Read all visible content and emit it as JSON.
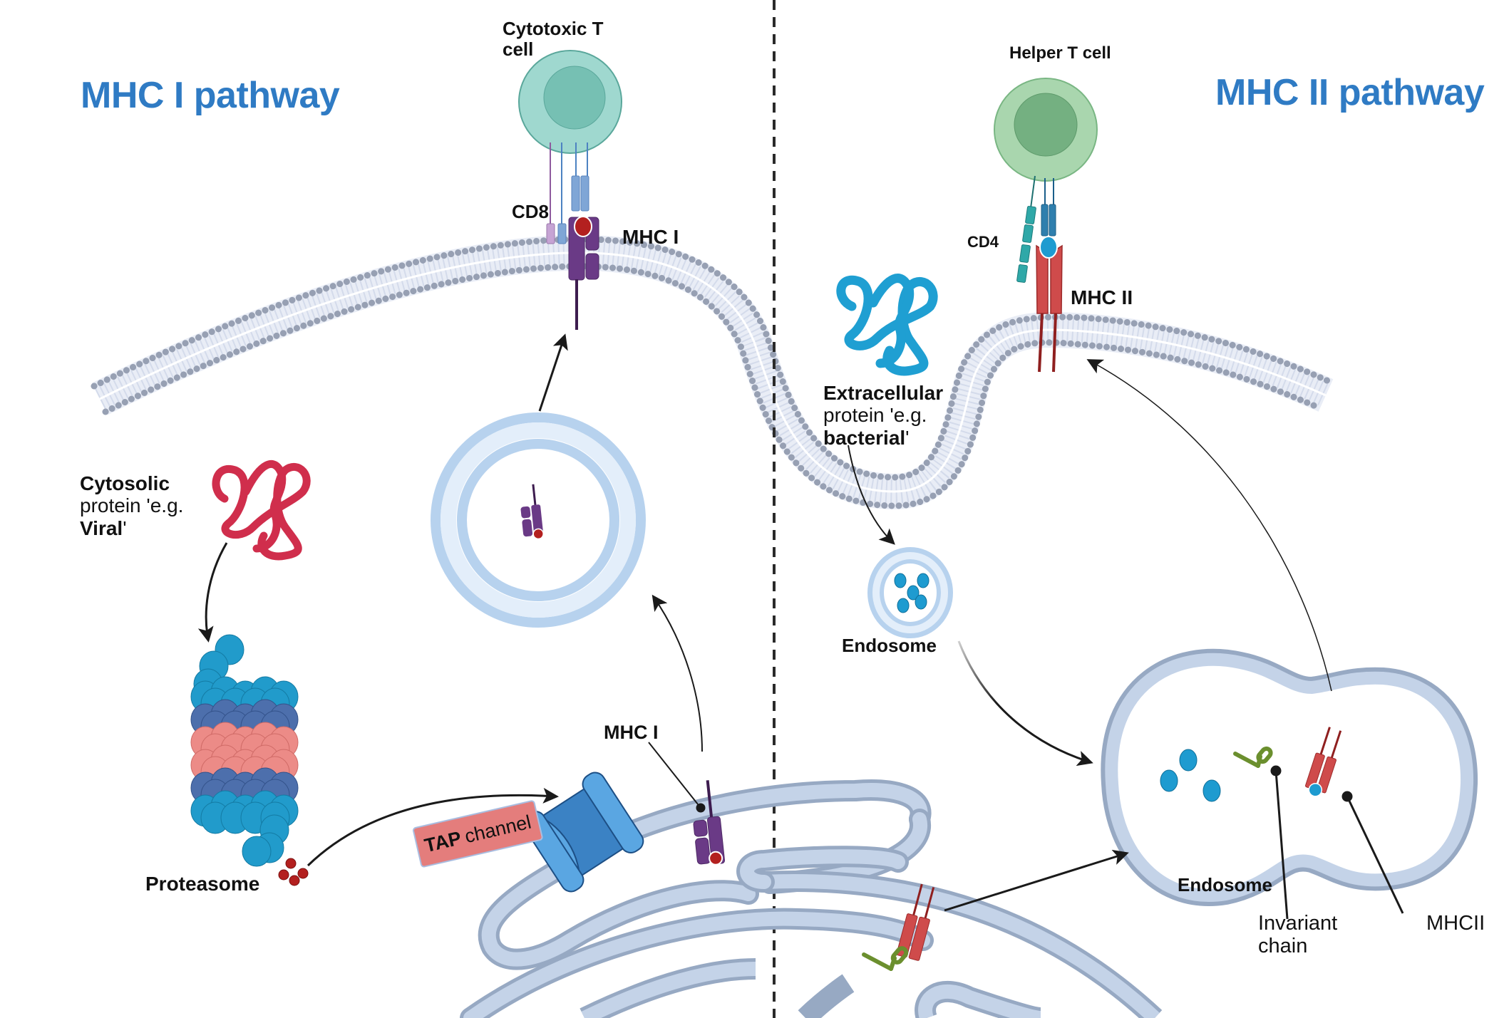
{
  "titles": {
    "left": "MHC I pathway",
    "right": "MHC II pathway"
  },
  "colors": {
    "title": "#2f7bc4",
    "membrane_head": "#9aa3b5",
    "er_fill": "#c4d3e8",
    "er_stroke": "#97a9c3",
    "vesicle": "#b7d2ee",
    "mhc1": "#6a3a86",
    "mhc2": "#cf4b4b",
    "peptide_red": "#b3201f",
    "antigen_blue": "#1e9bd0",
    "cytotoxic_cell": "#9fd8cf",
    "helper_cell": "#a9d6ae",
    "proteasome_outer": "#219bcb",
    "proteasome_mid": "#4d6fac",
    "proteasome_core": "#ec8b87",
    "viral_protein": "#d02e4c",
    "bacterial_protein": "#1f9fd2",
    "tap": "#4f9ee0",
    "invariant_chain": "#6b8f2e"
  },
  "labels": {
    "cytotoxic_t_cell": [
      "Cytotoxic T",
      "cell"
    ],
    "helper_t_cell": "Helper T cell",
    "cd8": "CD8",
    "cd4": "CD4",
    "mhc1_surface": "MHC I",
    "mhc2_surface": "MHC II",
    "mhc1_er": "MHC I",
    "cytosolic": {
      "bold": "Cytosolic",
      "line2": "protein 'e.g.",
      "bold3": "Viral",
      "tail3": "'"
    },
    "extracellular": {
      "bold": "Extracellular",
      "line2": "protein 'e.g.",
      "bold3": "bacterial",
      "tail3": "'"
    },
    "proteasome": "Proteasome",
    "tap_bold": "TAP",
    "tap_rest": "channel",
    "endosome_small": "Endosome",
    "endosome_large": "Endosome",
    "invariant_chain": [
      "Invariant",
      "chain"
    ],
    "mhcii_callout": "MHCII"
  }
}
